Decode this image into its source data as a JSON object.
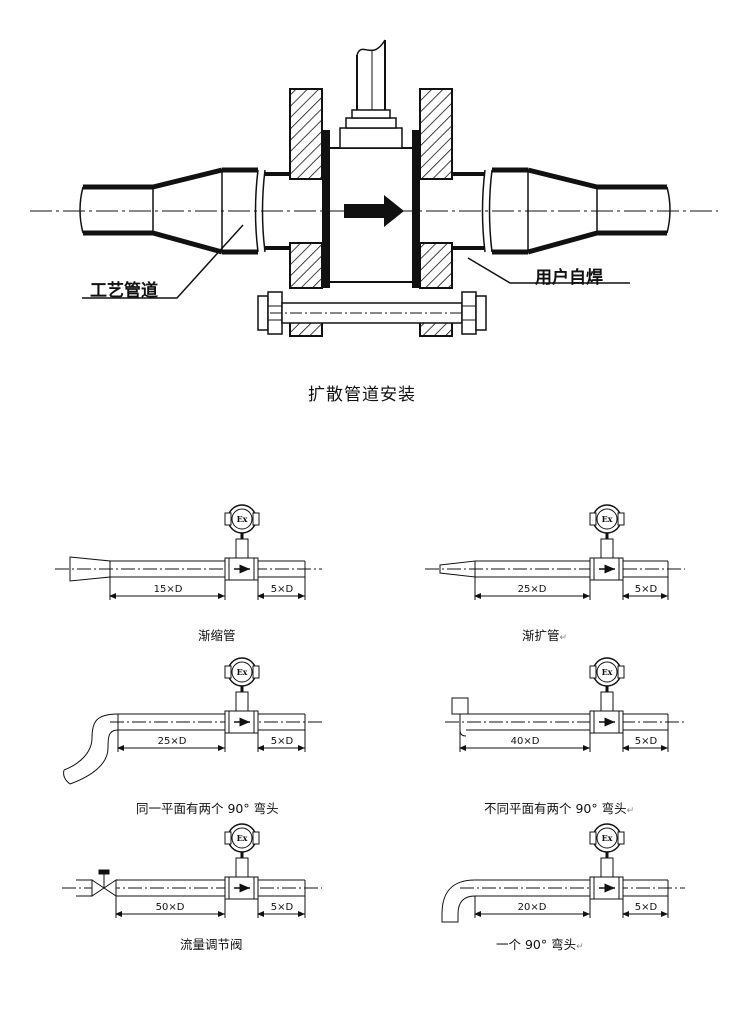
{
  "top": {
    "label_left": "工艺管道",
    "label_right": "用户自焊",
    "caption": "扩散管道安装"
  },
  "panels": [
    {
      "id": "reducer",
      "caption": "渐缩管",
      "upstream": "15×D",
      "downstream": "5×D",
      "mark": ""
    },
    {
      "id": "expander",
      "caption": "渐扩管",
      "upstream": "25×D",
      "downstream": "5×D",
      "mark": "↵"
    },
    {
      "id": "two-elbow-same",
      "caption": "同一平面有两个 90° 弯头",
      "upstream": "25×D",
      "downstream": "5×D",
      "mark": ""
    },
    {
      "id": "two-elbow-diff",
      "caption": "不同平面有两个 90° 弯头",
      "upstream": "40×D",
      "downstream": "5×D",
      "mark": "↵"
    },
    {
      "id": "valve",
      "caption": "流量调节阀",
      "upstream": "50×D",
      "downstream": "5×D",
      "mark": ""
    },
    {
      "id": "one-elbow",
      "caption": "一个 90° 弯头",
      "upstream": "20×D",
      "downstream": "5×D",
      "mark": "↵"
    }
  ],
  "meter_badge": "Ex"
}
